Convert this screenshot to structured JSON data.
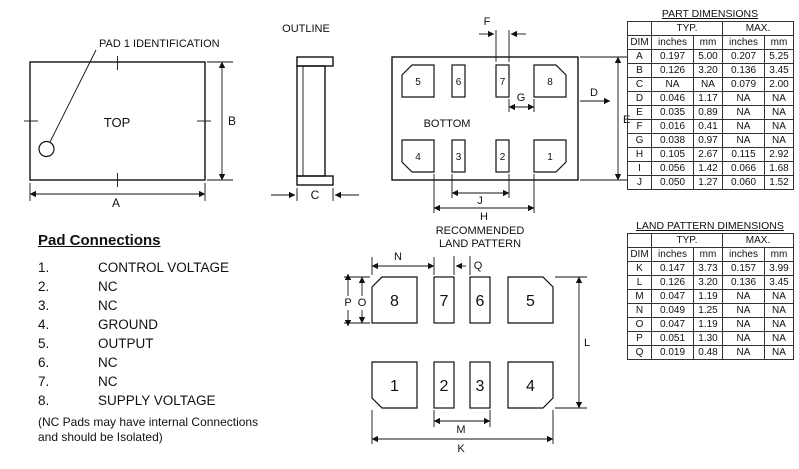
{
  "labels": {
    "pad1_identification": "PAD 1 IDENTIFICATION",
    "top_view": "TOP",
    "outline": "OUTLINE",
    "bottom_view": "BOTTOM",
    "land_pattern_line1": "RECOMMENDED",
    "land_pattern_line2": "LAND PATTERN"
  },
  "dim_labels": {
    "A": "A",
    "B": "B",
    "C": "C",
    "D": "D",
    "E": "E",
    "F": "F",
    "G": "G",
    "H": "H",
    "J": "J",
    "K": "K",
    "L": "L",
    "M": "M",
    "N": "N",
    "O": "O",
    "P": "P",
    "Q": "Q"
  },
  "pad_numbers": {
    "n1": "1",
    "n2": "2",
    "n3": "3",
    "n4": "4",
    "n5": "5",
    "n6": "6",
    "n7": "7",
    "n8": "8"
  },
  "pad_connections": {
    "heading": "Pad Connections",
    "items": [
      {
        "num": "1.",
        "label": "CONTROL VOLTAGE"
      },
      {
        "num": "2.",
        "label": "NC"
      },
      {
        "num": "3.",
        "label": "NC"
      },
      {
        "num": "4.",
        "label": "GROUND"
      },
      {
        "num": "5.",
        "label": "OUTPUT"
      },
      {
        "num": "6.",
        "label": "NC"
      },
      {
        "num": "7.",
        "label": "NC"
      },
      {
        "num": "8.",
        "label": "SUPPLY VOLTAGE"
      }
    ],
    "note_line1": "(NC Pads may have internal Connections",
    "note_line2": "and should be Isolated)"
  },
  "part_dimensions_table": {
    "title": "PART DIMENSIONS",
    "group_headers": [
      "TYP.",
      "MAX."
    ],
    "col_headers": [
      "DIM",
      "inches",
      "mm",
      "inches",
      "mm"
    ],
    "rows": [
      [
        "A",
        "0.197",
        "5.00",
        "0.207",
        "5.25"
      ],
      [
        "B",
        "0.126",
        "3.20",
        "0.136",
        "3.45"
      ],
      [
        "C",
        "NA",
        "NA",
        "0.079",
        "2.00"
      ],
      [
        "D",
        "0.046",
        "1.17",
        "NA",
        "NA"
      ],
      [
        "E",
        "0.035",
        "0.89",
        "NA",
        "NA"
      ],
      [
        "F",
        "0.016",
        "0.41",
        "NA",
        "NA"
      ],
      [
        "G",
        "0.038",
        "0.97",
        "NA",
        "NA"
      ],
      [
        "H",
        "0.105",
        "2.67",
        "0.115",
        "2.92"
      ],
      [
        "I",
        "0.056",
        "1.42",
        "0.066",
        "1.68"
      ],
      [
        "J",
        "0.050",
        "1.27",
        "0.060",
        "1.52"
      ]
    ]
  },
  "land_pattern_table": {
    "title": "LAND PATTERN DIMENSIONS",
    "group_headers": [
      "TYP.",
      "MAX."
    ],
    "col_headers": [
      "DIM",
      "inches",
      "mm",
      "inches",
      "mm"
    ],
    "rows": [
      [
        "K",
        "0.147",
        "3.73",
        "0.157",
        "3.99"
      ],
      [
        "L",
        "0.126",
        "3.20",
        "0.136",
        "3.45"
      ],
      [
        "M",
        "0.047",
        "1.19",
        "NA",
        "NA"
      ],
      [
        "N",
        "0.049",
        "1.25",
        "NA",
        "NA"
      ],
      [
        "O",
        "0.047",
        "1.19",
        "NA",
        "NA"
      ],
      [
        "P",
        "0.051",
        "1.30",
        "NA",
        "NA"
      ],
      [
        "Q",
        "0.019",
        "0.48",
        "NA",
        "NA"
      ]
    ]
  },
  "colors": {
    "line": "#111111",
    "background": "#ffffff"
  }
}
